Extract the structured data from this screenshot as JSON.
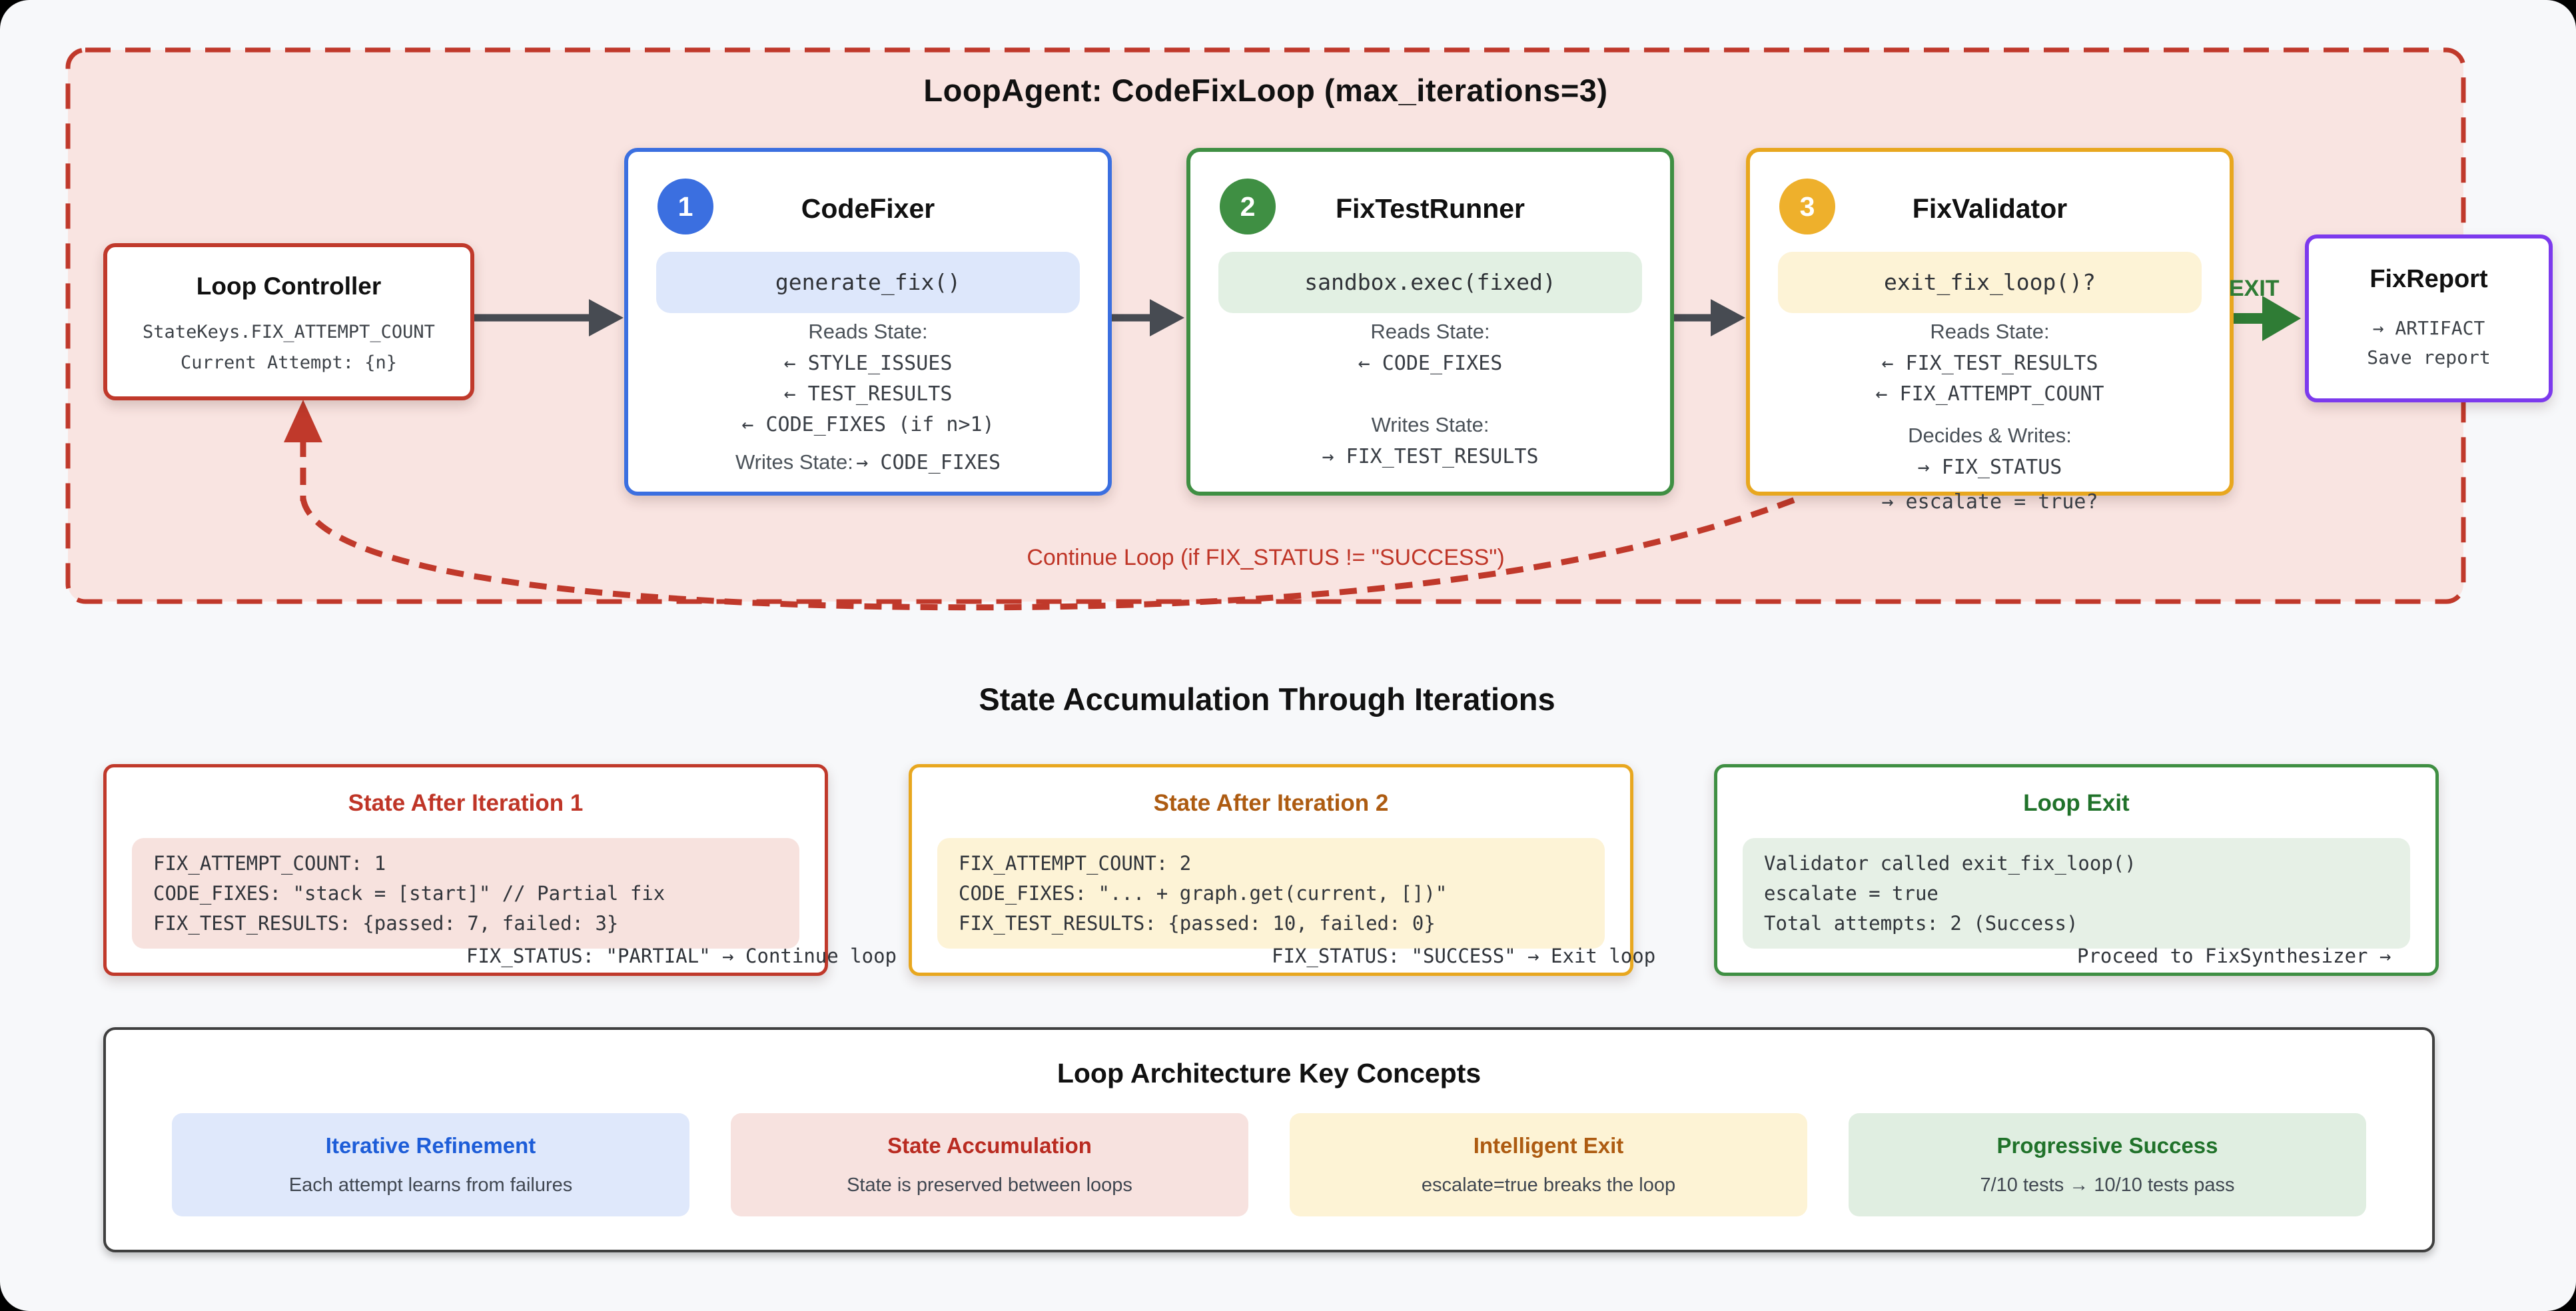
{
  "loop_container": {
    "title": "LoopAgent: CodeFixLoop (max_iterations=3)",
    "continue_label": "Continue Loop (if FIX_STATUS != \"SUCCESS\")",
    "exit_label": "EXIT",
    "bg_color": "#f9e4e1",
    "border_color": "#c0392b"
  },
  "loop_controller": {
    "title": "Loop Controller",
    "line1": "StateKeys.FIX_ATTEMPT_COUNT",
    "line2": "Current Attempt: {n}"
  },
  "agents": [
    {
      "badge": "1",
      "title": "CodeFixer",
      "code": "generate_fix()",
      "accent": "#3b6fe0",
      "reads_label": "Reads State:",
      "reads": [
        "← STYLE_ISSUES",
        "← TEST_RESULTS",
        "← CODE_FIXES (if n>1)"
      ],
      "writes_label": "Writes State:",
      "writes_inline": "→ CODE_FIXES"
    },
    {
      "badge": "2",
      "title": "FixTestRunner",
      "code": "sandbox.exec(fixed)",
      "accent": "#3f8f43",
      "reads_label": "Reads State:",
      "reads": [
        "← CODE_FIXES"
      ],
      "writes_label": "Writes State:",
      "writes": [
        "→ FIX_TEST_RESULTS"
      ]
    },
    {
      "badge": "3",
      "title": "FixValidator",
      "code": "exit_fix_loop()?",
      "accent": "#e8a71f",
      "reads_label": "Reads State:",
      "reads": [
        "← FIX_TEST_RESULTS",
        "← FIX_ATTEMPT_COUNT"
      ],
      "writes_label": "Decides & Writes:",
      "writes": [
        "→ FIX_STATUS",
        "→ escalate = true?"
      ]
    }
  ],
  "fix_report": {
    "title": "FixReport",
    "line1": "→ ARTIFACT",
    "line2": "Save report",
    "accent": "#7c3aed"
  },
  "state_section": {
    "title": "State Accumulation Through Iterations",
    "boxes": [
      {
        "title": "State After Iteration 1",
        "lines": [
          "FIX_ATTEMPT_COUNT: 1",
          "CODE_FIXES: \"stack = [start]\" // Partial fix",
          "FIX_TEST_RESULTS: {passed: 7, failed: 3}"
        ],
        "overflow_line": "FIX_STATUS: \"PARTIAL\" → Continue loop",
        "accent": "#c0392b"
      },
      {
        "title": "State After Iteration 2",
        "lines": [
          "FIX_ATTEMPT_COUNT: 2",
          "CODE_FIXES: \"... + graph.get(current, [])\"",
          "FIX_TEST_RESULTS: {passed: 10, failed: 0}"
        ],
        "overflow_line": "FIX_STATUS: \"SUCCESS\" → Exit loop",
        "accent": "#e8a71f"
      },
      {
        "title": "Loop Exit",
        "lines": [
          "Validator called exit_fix_loop()",
          "escalate = true",
          "Total attempts: 2 (Success)"
        ],
        "overflow_line": "Proceed to FixSynthesizer →",
        "accent": "#3f8f43"
      }
    ]
  },
  "concepts": {
    "title": "Loop Architecture Key Concepts",
    "items": [
      {
        "title": "Iterative Refinement",
        "desc": "Each attempt learns from failures",
        "accent": "#1d5dd8"
      },
      {
        "title": "State Accumulation",
        "desc": "State is preserved between loops",
        "accent": "#b92b21"
      },
      {
        "title": "Intelligent Exit",
        "desc": "escalate=true breaks the loop",
        "accent": "#ad5b11"
      },
      {
        "title": "Progressive Success",
        "desc": "7/10 tests → 10/10 tests pass",
        "accent": "#20722a"
      }
    ]
  },
  "colors": {
    "page_bg": "#f7f8fa",
    "arrow_dark": "#474b52",
    "exit_green": "#2f7c35",
    "loop_red": "#c0392b"
  }
}
